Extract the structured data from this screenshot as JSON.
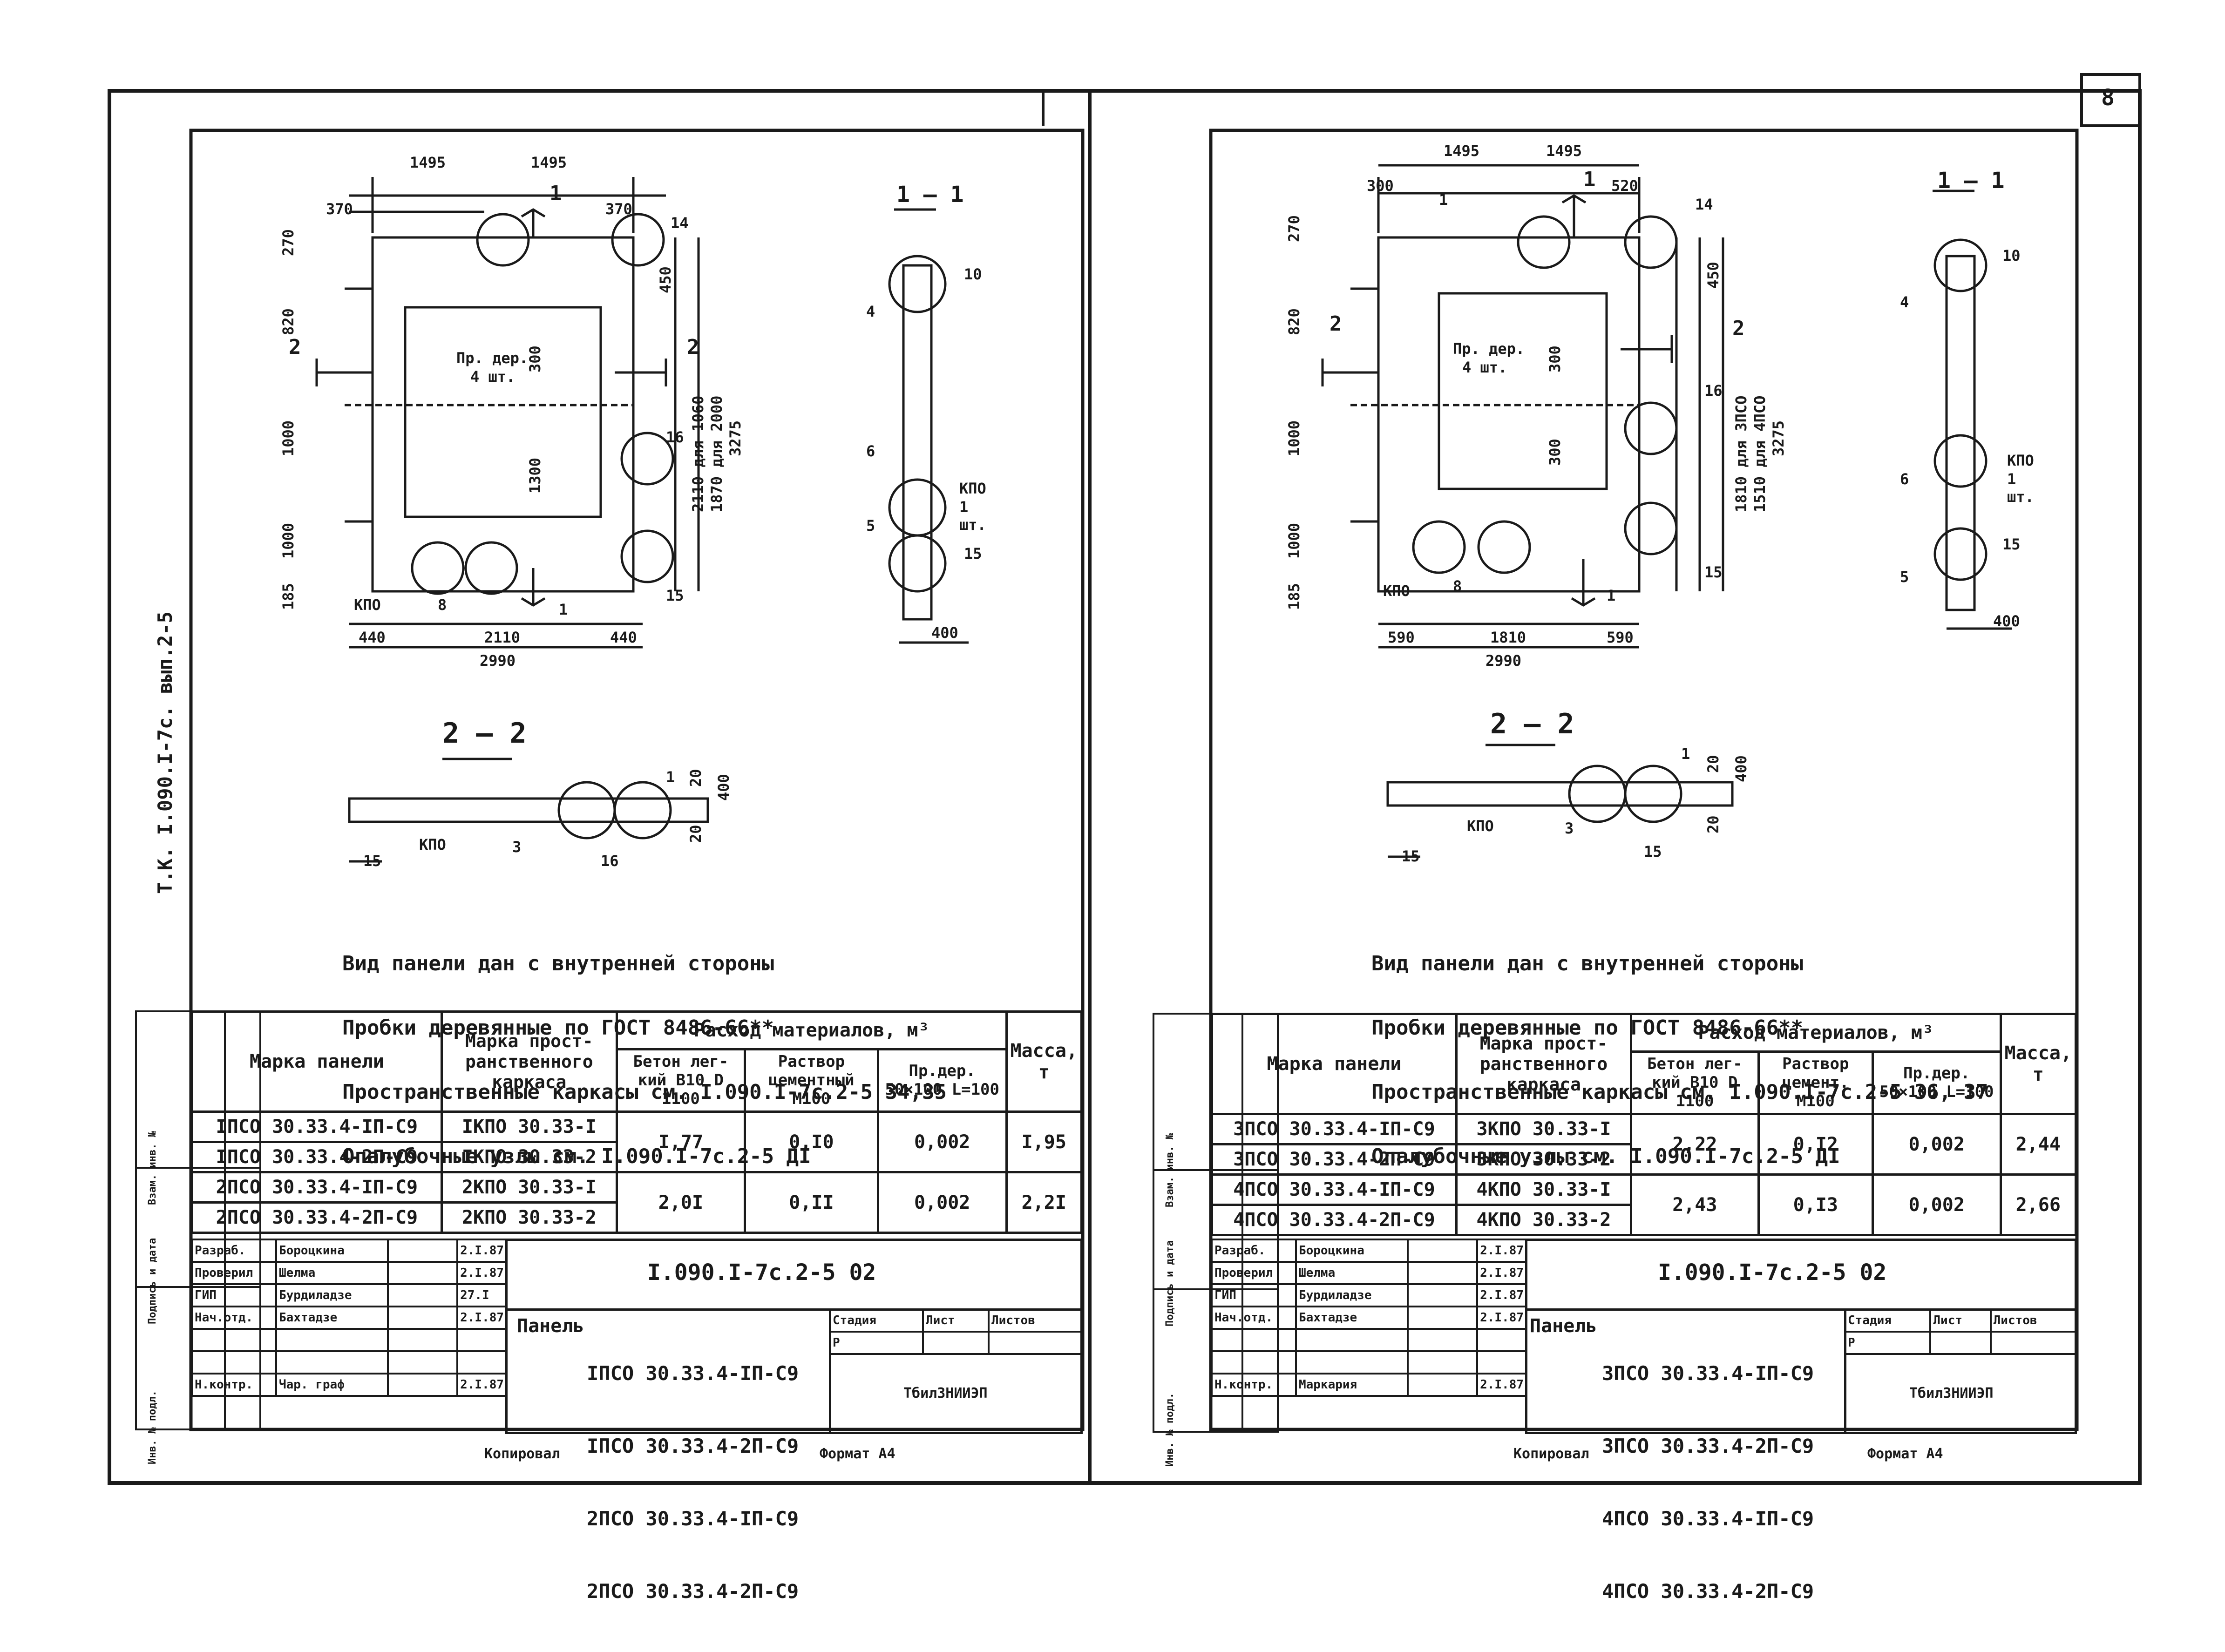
{
  "page": {
    "page_number": "8",
    "series_tag": "Т.К. І.090.І-7с. вып.2-5"
  },
  "left": {
    "dims_top": [
      "1495",
      "1495",
      "370",
      "370",
      "1",
      "14"
    ],
    "dims_left": [
      "270",
      "820",
      "1000",
      "1000",
      "185",
      "2"
    ],
    "dims_right": [
      "450",
      "300",
      "1300",
      "2",
      "2110 для 1060",
      "1870 для 2000",
      "3275",
      "16",
      "15"
    ],
    "dims_bottom": [
      "440",
      "2110",
      "440",
      "2990",
      "8",
      "1",
      "КПО"
    ],
    "plug_label": "Пр. дер.",
    "plug_count": "4 шт.",
    "section11": {
      "title": "1 – 1",
      "labels": [
        "4",
        "6",
        "5",
        "10",
        "КПО",
        "1 шт.",
        "15",
        "400"
      ]
    },
    "section22": {
      "title": "2 – 2",
      "labels": [
        "15",
        "КПО",
        "3",
        "16",
        "1",
        "20",
        "400",
        "20"
      ]
    },
    "notes": [
      "Вид панели дан с внутренней стороны",
      "Пробки деревянные по ГОСТ 8486-66**",
      "Пространственные каркасы см. І.090.І-7с.2-5 34,35",
      "Опалубочные узлы см. І.090.І-7с.2-5 ДІ"
    ],
    "table": {
      "h_mark": "Марка панели",
      "h_frame": "Марка прост-ранственного каркаса",
      "h_materials": "Расход материалов, м³",
      "h_concrete": "Бетон лег-кий В10 D 1100",
      "h_mortar": "Раствор цементный М100",
      "h_wood": "Пр.дер. 50×100 L=100",
      "h_mass": "Масса, т",
      "rows": [
        {
          "mark": "ІПСО 30.33.4-ІП-С9",
          "frame": "ІКПО 30.33-І"
        },
        {
          "mark": "ІПСО 30.33.4-2П-С9",
          "frame": "ІКПО 30.33-2"
        },
        {
          "mark": "2ПСО 30.33.4-ІП-С9",
          "frame": "2КПО 30.33-І"
        },
        {
          "mark": "2ПСО 30.33.4-2П-С9",
          "frame": "2КПО 30.33-2"
        }
      ],
      "groups": [
        {
          "concrete": "І,77",
          "mortar": "0,І0",
          "wood": "0,002",
          "mass": "І,95"
        },
        {
          "concrete": "2,0І",
          "mortar": "0,ІІ",
          "wood": "0,002",
          "mass": "2,2І"
        }
      ]
    },
    "stamp": {
      "roles": [
        "Разраб.",
        "Проверил",
        "ГИП",
        "Нач.отд.",
        "",
        "",
        "Н.контр."
      ],
      "names": [
        "Бороцкина",
        "Шелма",
        "Бурдиладзе",
        "Бахтадзе",
        "",
        "",
        "Чар. граф"
      ],
      "dates": [
        "2.І.87",
        "2.І.87",
        "27.І",
        "2.І.87",
        "",
        "",
        "2.І.87"
      ],
      "code": "І.090.І-7с.2-5 02",
      "panel_label": "Панель",
      "panels": [
        "ІПСО 30.33.4-ІП-С9",
        "ІПСО 30.33.4-2П-С9",
        "2ПСО 30.33.4-ІП-С9",
        "2ПСО 30.33.4-2П-С9"
      ],
      "stage_h": "Стадия",
      "sheet_h": "Лист",
      "sheets_h": "Листов",
      "stage": "Р",
      "org": "ТбилЗНИИЭП"
    },
    "side_labels": [
      "Инв. № подл.",
      "Подпись и дата",
      "Взам. инв. №"
    ],
    "footer_left": "Копировал",
    "footer_right": "Формат А4"
  },
  "right": {
    "dims_top": [
      "1495",
      "1495",
      "300",
      "520",
      "1",
      "1",
      "14"
    ],
    "dims_left": [
      "270",
      "820",
      "1000",
      "1000",
      "185",
      "2"
    ],
    "dims_right": [
      "450",
      "2",
      "300",
      "300",
      "1810 для 3ПСО",
      "1510 для 4ПСО",
      "3275",
      "16",
      "15"
    ],
    "dims_bottom": [
      "590",
      "1810",
      "590",
      "2990",
      "8",
      "1",
      "КПО"
    ],
    "plug_label": "Пр. дер.",
    "plug_count": "4 шт.",
    "section11": {
      "title": "1 – 1",
      "labels": [
        "4",
        "6",
        "5",
        "10",
        "КПО",
        "1 шт.",
        "15",
        "400"
      ]
    },
    "section22": {
      "title": "2 – 2",
      "labels": [
        "15",
        "КПО",
        "3",
        "15",
        "1",
        "20",
        "400",
        "20"
      ]
    },
    "notes": [
      "Вид панели дан с внутренней стороны",
      "Пробки деревянные по ГОСТ 8486-66**",
      "Пространственные каркасы см. І.090.І-7с.2-5 36, 37",
      "Опалубочные узлы см. І.090.І-7с.2-5 ДІ"
    ],
    "table": {
      "h_mark": "Марка панели",
      "h_frame": "Марка прост-ранственного каркаса",
      "h_materials": "Расход материалов, м³",
      "h_concrete": "Бетон лег-кий В10 D 1100",
      "h_mortar": "Раствор цемент. М100",
      "h_wood": "Пр.дер. 50×100 L=100",
      "h_mass": "Масса, т",
      "rows": [
        {
          "mark": "3ПСО 30.33.4-ІП-С9",
          "frame": "3КПО 30.33-І"
        },
        {
          "mark": "3ПСО 30.33.4-2П-С9",
          "frame": "3КПО 30.33-2"
        },
        {
          "mark": "4ПСО 30.33.4-ІП-С9",
          "frame": "4КПО 30.33-І"
        },
        {
          "mark": "4ПСО 30.33.4-2П-С9",
          "frame": "4КПО 30.33-2"
        }
      ],
      "groups": [
        {
          "concrete": "2,22",
          "mortar": "0,І2",
          "wood": "0,002",
          "mass": "2,44"
        },
        {
          "concrete": "2,43",
          "mortar": "0,І3",
          "wood": "0,002",
          "mass": "2,66"
        }
      ]
    },
    "stamp": {
      "roles": [
        "Разраб.",
        "Проверил",
        "ГИП",
        "Нач.отд.",
        "",
        "",
        "Н.контр."
      ],
      "names": [
        "Бороцкина",
        "Шелма",
        "Бурдиладзе",
        "Бахтадзе",
        "",
        "",
        "Маркария"
      ],
      "dates": [
        "2.І.87",
        "2.І.87",
        "2.І.87",
        "2.І.87",
        "",
        "",
        "2.І.87"
      ],
      "code": "І.090.І-7с.2-5 02",
      "panel_label": "Панель",
      "panels": [
        "3ПСО 30.33.4-ІП-С9",
        "3ПСО 30.33.4-2П-С9",
        "4ПСО 30.33.4-ІП-С9",
        "4ПСО 30.33.4-2П-С9"
      ],
      "stage_h": "Стадия",
      "sheet_h": "Лист",
      "sheets_h": "Листов",
      "stage": "Р",
      "org": "ТбилЗНИИЭП"
    },
    "side_labels": [
      "Инв. № подл.",
      "Подпись и дата",
      "Взам. инв. №"
    ],
    "footer_left": "Копировал",
    "footer_right": "Формат А4"
  }
}
